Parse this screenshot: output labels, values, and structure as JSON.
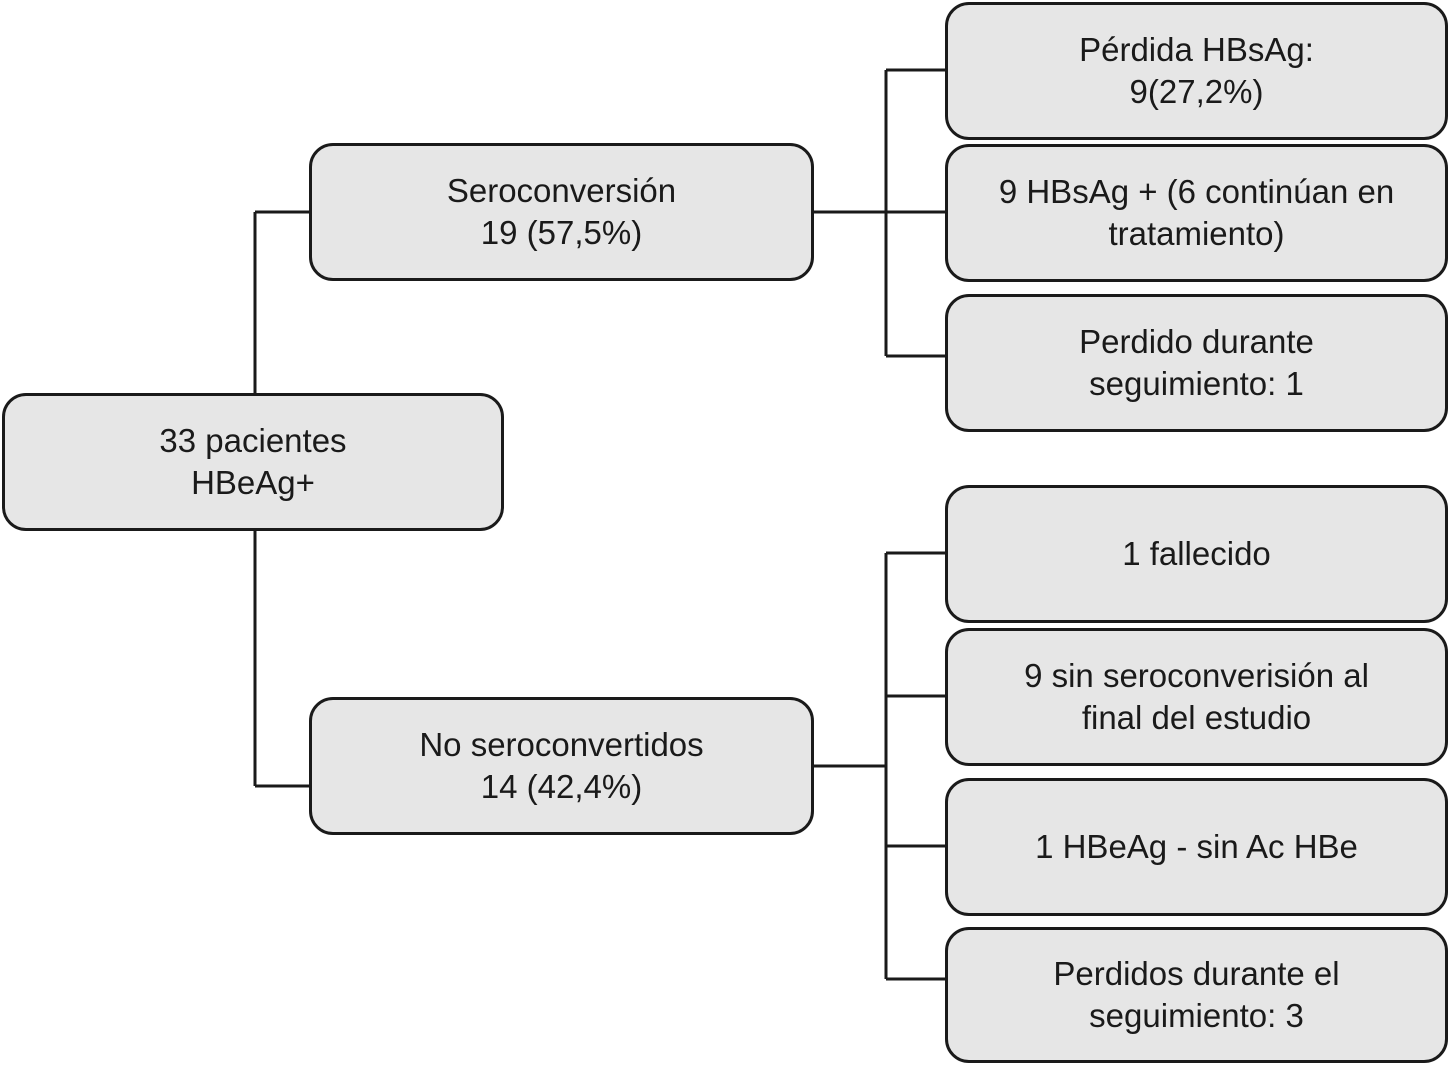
{
  "nodes": {
    "root": "33 pacientes\nHBeAg+",
    "seroconversion": "Seroconversión\n19 (57,5%)",
    "no_seroconvertidos": "No seroconvertidos\n14 (42,4%)",
    "loss_hbsag": "Pérdida HBsAg:\n9(27,2%)",
    "hbsag_positive": "9 HBsAg + (6 continúan en\ntratamiento)",
    "lost_followup_1": "Perdido durante\nseguimiento: 1",
    "deceased": "1 fallecido",
    "no_sero_end": "9 sin seroconverisión al\nfinal del estudio",
    "hbeag_negative": "1 HBeAg - sin Ac HBe",
    "lost_followup_3": "Perdidos durante el\nseguimiento: 3"
  },
  "colors": {
    "box_fill": "#e6e6e6",
    "stroke": "#1a1a1a"
  }
}
